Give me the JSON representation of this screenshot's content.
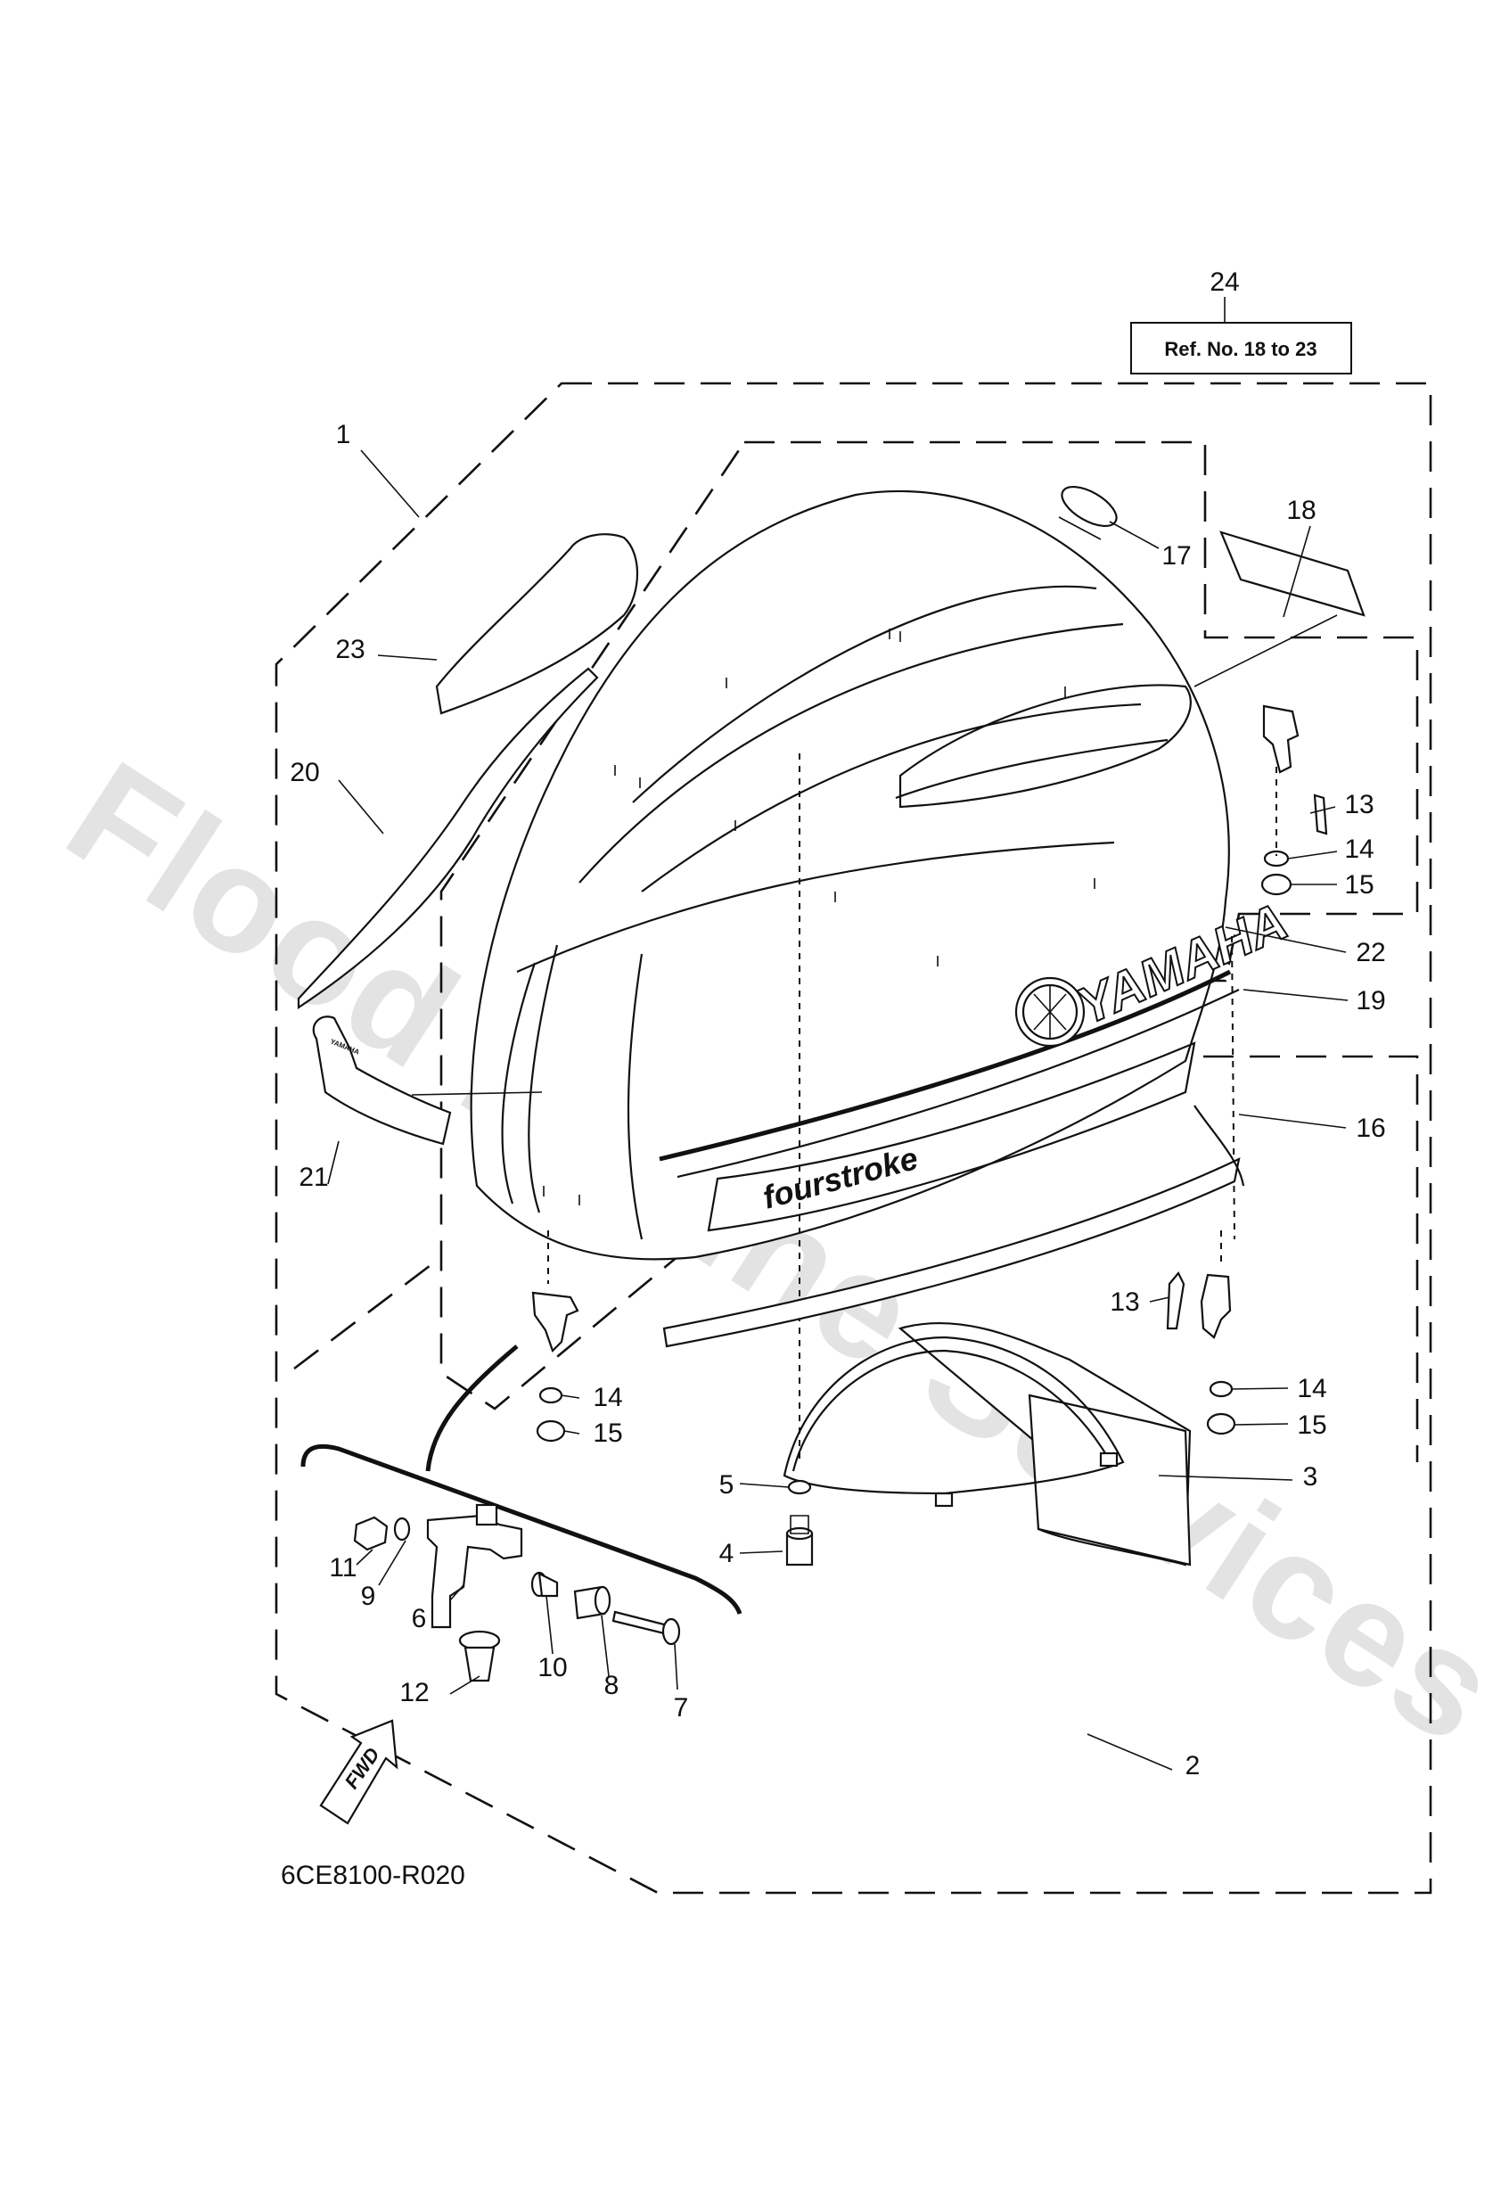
{
  "diagram": {
    "drawing_code": "6CE8100-R020",
    "watermark": "Flood Marine Services",
    "set_box": {
      "ref_number": "24",
      "text": "Ref. No. 18 to 23"
    },
    "direction_arrow": "FWD",
    "logo_text": "YAMAHA",
    "decal_text": "fourstroke",
    "small_decal_text": "YAMAHA",
    "callouts": [
      {
        "id": "c1",
        "number": "1"
      },
      {
        "id": "c2",
        "number": "2"
      },
      {
        "id": "c3",
        "number": "3"
      },
      {
        "id": "c4",
        "number": "4"
      },
      {
        "id": "c5",
        "number": "5"
      },
      {
        "id": "c6",
        "number": "6"
      },
      {
        "id": "c7",
        "number": "7"
      },
      {
        "id": "c8",
        "number": "8"
      },
      {
        "id": "c9",
        "number": "9"
      },
      {
        "id": "c10",
        "number": "10"
      },
      {
        "id": "c11",
        "number": "11"
      },
      {
        "id": "c12",
        "number": "12"
      },
      {
        "id": "c13a",
        "number": "13"
      },
      {
        "id": "c13b",
        "number": "13"
      },
      {
        "id": "c14a",
        "number": "14"
      },
      {
        "id": "c14b",
        "number": "14"
      },
      {
        "id": "c14c",
        "number": "14"
      },
      {
        "id": "c15a",
        "number": "15"
      },
      {
        "id": "c15b",
        "number": "15"
      },
      {
        "id": "c15c",
        "number": "15"
      },
      {
        "id": "c16",
        "number": "16"
      },
      {
        "id": "c17",
        "number": "17"
      },
      {
        "id": "c18",
        "number": "18"
      },
      {
        "id": "c19",
        "number": "19"
      },
      {
        "id": "c20",
        "number": "20"
      },
      {
        "id": "c21",
        "number": "21"
      },
      {
        "id": "c22",
        "number": "22"
      },
      {
        "id": "c23",
        "number": "23"
      }
    ]
  }
}
